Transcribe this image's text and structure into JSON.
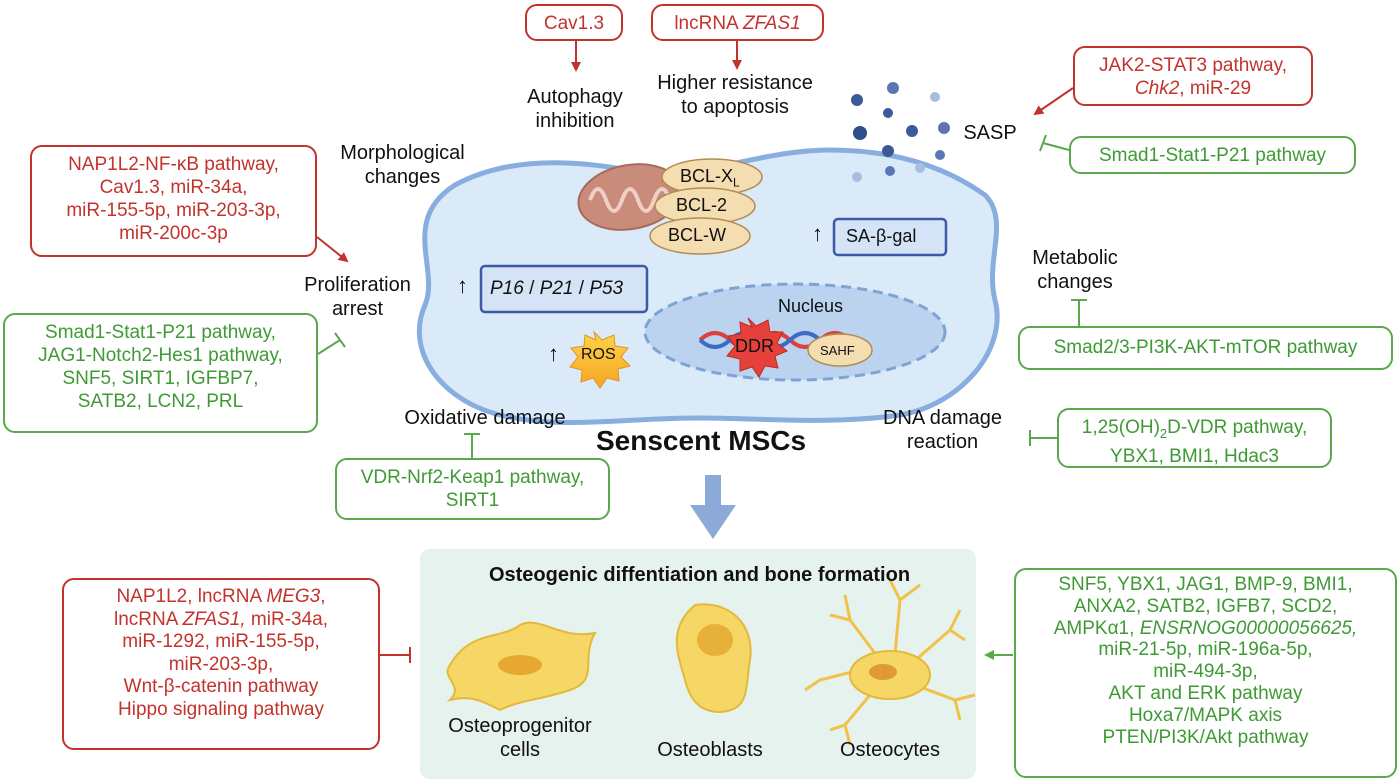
{
  "title": "Senscent MSCs",
  "top": {
    "cav_box": "Cav1.3",
    "lnc_box_prefix": "lncRNA ",
    "lnc_box_italic": "ZFAS1",
    "autophagy": [
      "Autophagy",
      "inhibition"
    ],
    "resistance": [
      "Higher resistance",
      "to apoptosis"
    ]
  },
  "sasp": {
    "label": "SASP",
    "red_box": {
      "line1": "JAK2-STAT3 pathway,",
      "line2_italic": "Chk2",
      "line2_rest": ", miR-29"
    },
    "green_box": "Smad1-Stat1-P21 pathway"
  },
  "morph": [
    "Morphological",
    "changes"
  ],
  "prolif": {
    "label": [
      "Proliferation",
      "arrest"
    ],
    "red_box": [
      "NAP1L2-NF-κB pathway,",
      "Cav1.3, miR-34a,",
      "miR-155-5p, miR-203-3p,",
      "miR-200c-3p"
    ],
    "green_box": [
      "Smad1-Stat1-P21 pathway,",
      "JAG1-Notch2-Hes1 pathway,",
      "SNF5, SIRT1, IGFBP7,",
      "SATB2, LCN2, PRL"
    ]
  },
  "metabolic": {
    "label": [
      "Metabolic",
      "changes"
    ],
    "green_box": "Smad2/3-PI3K-AKT-mTOR pathway"
  },
  "cell": {
    "bcl": [
      "BCL-X",
      "BCL-2",
      "BCL-W"
    ],
    "bcl_x_sub": "L",
    "sa_gal": "SA-β-gal",
    "p_markers": [
      "P16",
      "P21",
      "P53"
    ],
    "p_sep": " / ",
    "ros": "ROS",
    "nucleus": "Nucleus",
    "ddr": "DDR",
    "sahf": "SAHF",
    "up_arrow": "↑"
  },
  "oxidative": {
    "label": "Oxidative damage",
    "green_box": [
      "VDR-Nrf2-Keap1 pathway,",
      "SIRT1"
    ]
  },
  "dna": {
    "label": [
      "DNA damage",
      "reaction"
    ],
    "green_box_line1_a": "1,25(OH)",
    "green_box_line1_sub": "2",
    "green_box_line1_b": "D-VDR pathway,",
    "green_box_line2": "YBX1, BMI1, Hdac3"
  },
  "osteo": {
    "title": "Osteogenic diffentiation and bone formation",
    "cells": [
      [
        "Osteoprogenitor",
        "cells"
      ],
      [
        "Osteoblasts"
      ],
      [
        "Osteocytes"
      ]
    ],
    "red_box": {
      "l1_a": "NAP1L2, lncRNA ",
      "l1_i": "MEG3",
      "l1_b": ",",
      "l2_a": "lncRNA ",
      "l2_i": "ZFAS1,",
      "l2_b": " miR-34a,",
      "rest": [
        "miR-1292, miR-155-5p,",
        "miR-203-3p,",
        "Wnt-β-catenin pathway",
        "Hippo signaling pathway"
      ]
    },
    "green_box": {
      "top": [
        "SNF5, YBX1, JAG1, BMP-9,  BMI1,",
        "ANXA2, SATB2, IGFB7, SCD2,"
      ],
      "amp_a": "AMPKα1, ",
      "amp_i": "ENSRNOG00000056625,",
      "rest": [
        "miR-21-5p, miR-196a-5p,",
        "miR-494-3p,",
        "AKT and ERK pathway",
        "Hoxa7/MAPK axis",
        "PTEN/PI3K/Akt pathway"
      ]
    }
  },
  "colors": {
    "red": "#c3332d",
    "green": "#5aa84c",
    "cell_fill": "#dbeaf8",
    "cell_border": "#88aee0",
    "bone_panel": "#e6f2ee"
  }
}
